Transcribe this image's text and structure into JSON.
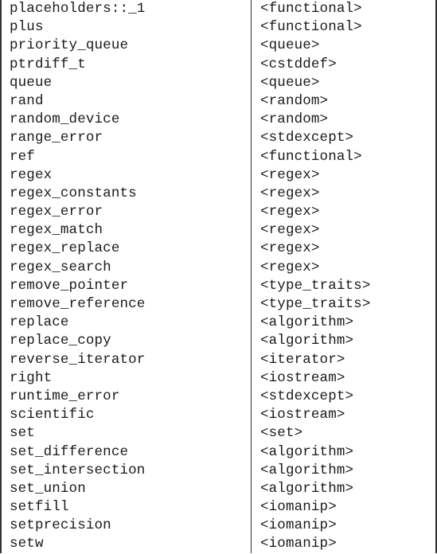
{
  "table": {
    "rows": [
      {
        "name": "placeholders::_1",
        "header": "<functional>"
      },
      {
        "name": "plus",
        "header": "<functional>"
      },
      {
        "name": "priority_queue",
        "header": "<queue>"
      },
      {
        "name": "ptrdiff_t",
        "header": "<cstddef>"
      },
      {
        "name": "queue",
        "header": "<queue>"
      },
      {
        "name": "rand",
        "header": "<random>"
      },
      {
        "name": "random_device",
        "header": "<random>"
      },
      {
        "name": "range_error",
        "header": "<stdexcept>"
      },
      {
        "name": "ref",
        "header": "<functional>"
      },
      {
        "name": "regex",
        "header": "<regex>"
      },
      {
        "name": "regex_constants",
        "header": "<regex>"
      },
      {
        "name": "regex_error",
        "header": "<regex>"
      },
      {
        "name": "regex_match",
        "header": "<regex>"
      },
      {
        "name": "regex_replace",
        "header": "<regex>"
      },
      {
        "name": "regex_search",
        "header": "<regex>"
      },
      {
        "name": "remove_pointer",
        "header": "<type_traits>"
      },
      {
        "name": "remove_reference",
        "header": "<type_traits>"
      },
      {
        "name": "replace",
        "header": "<algorithm>"
      },
      {
        "name": "replace_copy",
        "header": "<algorithm>"
      },
      {
        "name": "reverse_iterator",
        "header": "<iterator>"
      },
      {
        "name": "right",
        "header": "<iostream>"
      },
      {
        "name": "runtime_error",
        "header": "<stdexcept>"
      },
      {
        "name": "scientific",
        "header": "<iostream>"
      },
      {
        "name": "set",
        "header": "<set>"
      },
      {
        "name": "set_difference",
        "header": "<algorithm>"
      },
      {
        "name": "set_intersection",
        "header": "<algorithm>"
      },
      {
        "name": "set_union",
        "header": "<algorithm>"
      },
      {
        "name": "setfill",
        "header": "<iomanip>"
      },
      {
        "name": "setprecision",
        "header": "<iomanip>"
      },
      {
        "name": "setw",
        "header": "<iomanip>"
      }
    ]
  }
}
